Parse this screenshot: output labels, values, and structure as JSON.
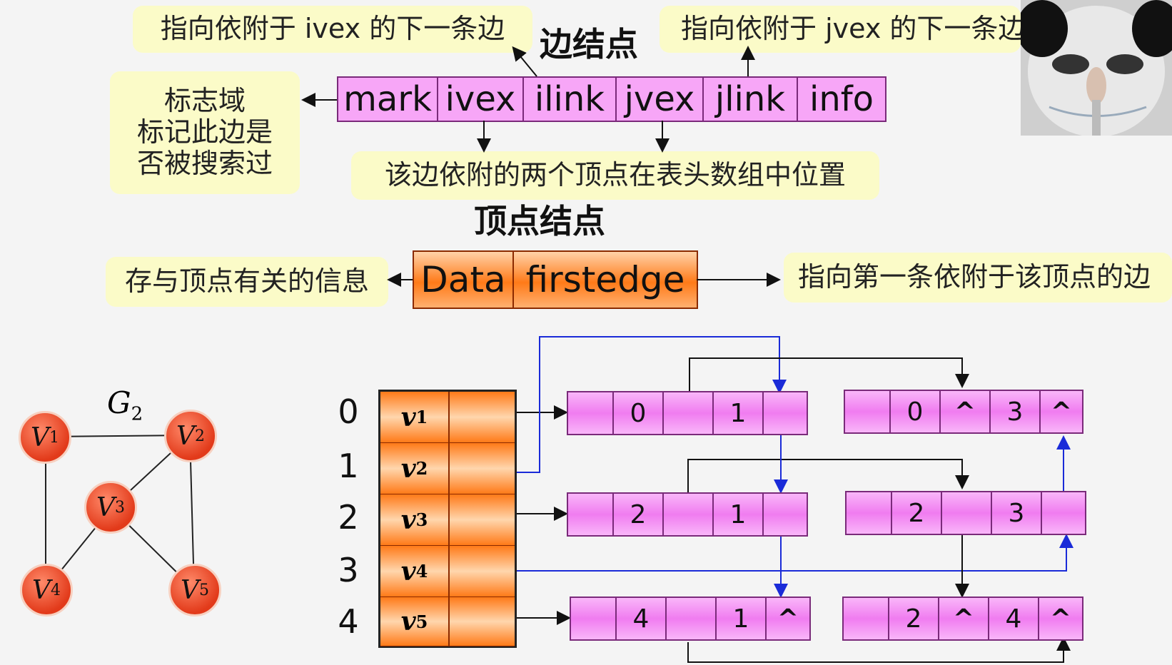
{
  "edge_node": {
    "title": "边结点",
    "fields": [
      "mark",
      "ivex",
      "ilink",
      "jvex",
      "jlink",
      "info"
    ],
    "notes": {
      "ilink": "指向依附于 ivex 的下一条边",
      "jlink": "指向依附于 jvex 的下一条边",
      "mark": "标志域\n标记此边是\n否被搜索过",
      "vex": "该边依附的两个顶点在表头数组中位置"
    }
  },
  "vertex_node": {
    "title": "顶点结点",
    "fields": [
      "Data",
      "firstedge"
    ],
    "notes": {
      "data": "存与顶点有关的信息",
      "firstedge": "指向第一条依附于该顶点的边"
    }
  },
  "graph": {
    "title": "G",
    "title_sub": "2",
    "nodes": [
      {
        "label": "V",
        "sub": "1"
      },
      {
        "label": "V",
        "sub": "2"
      },
      {
        "label": "V",
        "sub": "3"
      },
      {
        "label": "V",
        "sub": "4"
      },
      {
        "label": "V",
        "sub": "5"
      }
    ]
  },
  "multilist": {
    "indices": [
      "0",
      "1",
      "2",
      "3",
      "4"
    ],
    "vertices": [
      {
        "label": "v",
        "sub": "1"
      },
      {
        "label": "v",
        "sub": "2"
      },
      {
        "label": "v",
        "sub": "3"
      },
      {
        "label": "v",
        "sub": "4"
      },
      {
        "label": "v",
        "sub": "5"
      }
    ],
    "edges": [
      {
        "cells": [
          "",
          "0",
          "",
          "1",
          ""
        ]
      },
      {
        "cells": [
          "",
          "0",
          "^",
          "3",
          "^"
        ]
      },
      {
        "cells": [
          "",
          "2",
          "",
          "1",
          ""
        ]
      },
      {
        "cells": [
          "",
          "2",
          "",
          "3",
          ""
        ]
      },
      {
        "cells": [
          "",
          "4",
          "",
          "1",
          "^"
        ]
      },
      {
        "cells": [
          "",
          "2",
          "^",
          "4",
          "^"
        ]
      }
    ]
  },
  "colors": {
    "edge_fill": "#f7a6f7",
    "vertex_fill": "#ff7a18",
    "blue_link": "#1a2bd8",
    "note_bg": "#fbfbc8"
  }
}
